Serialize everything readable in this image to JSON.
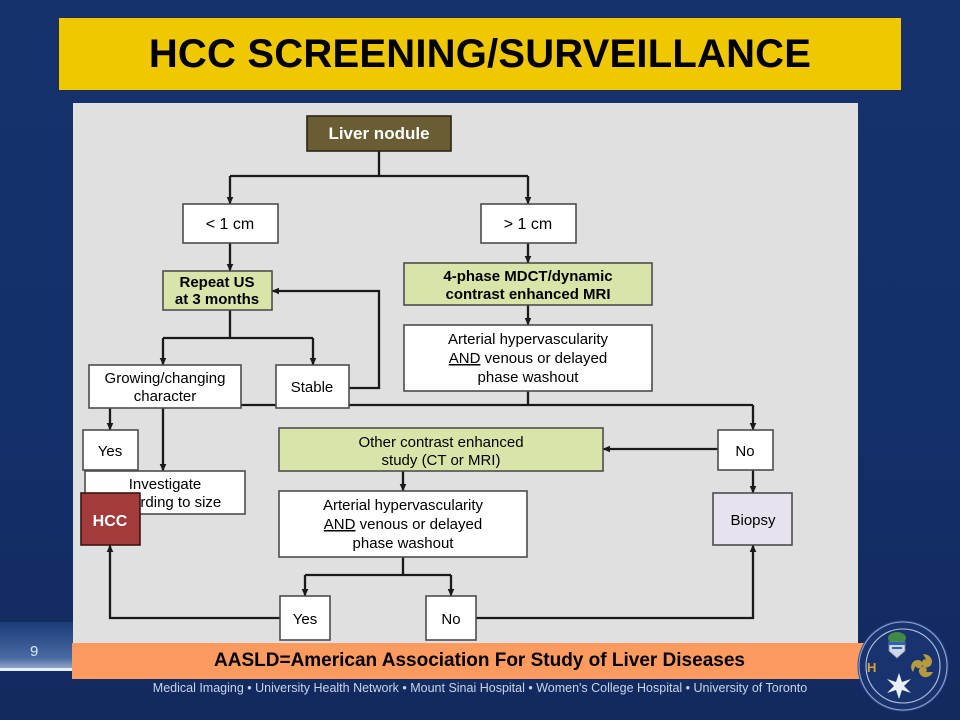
{
  "slide": {
    "number": "9",
    "title": "HCC SCREENING/SURVEILLANCE",
    "caption": "AASLD=American Association For Study of Liver Diseases",
    "affiliation": "Medical Imaging • University Health Network • Mount Sinai Hospital • Women's College Hospital • University of Toronto"
  },
  "colors": {
    "background": "#14306b",
    "title_bg": "#f0c800",
    "title_border": "#1d2f5e",
    "panel_bg": "#e0e0e0",
    "caption_bg": "#fd9a60",
    "root_box": "#6b5d33",
    "green_box": "#d9e5a8",
    "white_box": "#ffffff",
    "hcc_box": "#a33b3b",
    "biopsy_box": "#e8e2ee",
    "stroke": "#4d4d4d",
    "connector": "#1a1a1a"
  },
  "chart_data": {
    "type": "diagram",
    "title": "HCC Screening/Surveillance algorithm",
    "nodes": [
      {
        "id": "liver-nodule",
        "label": "Liver nodule",
        "style": "root"
      },
      {
        "id": "lt-1cm",
        "label": "< 1 cm",
        "style": "white"
      },
      {
        "id": "gt-1cm",
        "label": "> 1 cm",
        "style": "white"
      },
      {
        "id": "repeat-us",
        "label": "Repeat US\nat 3 months",
        "style": "green"
      },
      {
        "id": "four-phase",
        "label": "4-phase MDCT/dynamic\ncontrast enhanced MRI",
        "style": "green"
      },
      {
        "id": "growing-changing",
        "label": "Growing/changing\ncharacter",
        "style": "white"
      },
      {
        "id": "stable",
        "label": "Stable",
        "style": "white"
      },
      {
        "id": "washout-1",
        "label": "Arterial hypervascularity\nAND venous or delayed\nphase washout",
        "style": "white"
      },
      {
        "id": "investigate",
        "label": "Investigate\naccording to size",
        "style": "white"
      },
      {
        "id": "yes-1",
        "label": "Yes",
        "style": "white"
      },
      {
        "id": "no-1",
        "label": "No",
        "style": "white"
      },
      {
        "id": "other-contrast",
        "label": "Other contrast enhanced\nstudy (CT or MRI)",
        "style": "green"
      },
      {
        "id": "hcc",
        "label": "HCC",
        "style": "hcc"
      },
      {
        "id": "washout-2",
        "label": "Arterial hypervascularity\nAND venous or delayed\nphase washout",
        "style": "white"
      },
      {
        "id": "biopsy",
        "label": "Biopsy",
        "style": "biopsy"
      },
      {
        "id": "yes-2",
        "label": "Yes",
        "style": "white"
      },
      {
        "id": "no-2",
        "label": "No",
        "style": "white"
      }
    ],
    "edges": [
      {
        "from": "liver-nodule",
        "to": "lt-1cm"
      },
      {
        "from": "liver-nodule",
        "to": "gt-1cm"
      },
      {
        "from": "lt-1cm",
        "to": "repeat-us"
      },
      {
        "from": "gt-1cm",
        "to": "four-phase"
      },
      {
        "from": "repeat-us",
        "to": "growing-changing"
      },
      {
        "from": "repeat-us",
        "to": "stable"
      },
      {
        "from": "stable",
        "to": "repeat-us"
      },
      {
        "from": "growing-changing",
        "to": "investigate"
      },
      {
        "from": "four-phase",
        "to": "washout-1"
      },
      {
        "from": "washout-1",
        "to": "yes-1"
      },
      {
        "from": "washout-1",
        "to": "no-1"
      },
      {
        "from": "yes-1",
        "to": "hcc"
      },
      {
        "from": "no-1",
        "to": "other-contrast"
      },
      {
        "from": "no-1",
        "to": "biopsy"
      },
      {
        "from": "other-contrast",
        "to": "washout-2"
      },
      {
        "from": "washout-2",
        "to": "yes-2"
      },
      {
        "from": "washout-2",
        "to": "no-2"
      },
      {
        "from": "yes-2",
        "to": "hcc"
      },
      {
        "from": "no-2",
        "to": "biopsy"
      }
    ]
  },
  "labels": {
    "liver_nodule": "Liver nodule",
    "lt_1cm": "< 1 cm",
    "gt_1cm": "> 1 cm",
    "repeat_us_l1": "Repeat US",
    "repeat_us_l2": "at 3 months",
    "four_phase_l1": "4-phase MDCT/dynamic",
    "four_phase_l2": "contrast enhanced MRI",
    "growing_l1": "Growing/changing",
    "growing_l2": "character",
    "stable": "Stable",
    "washout_l1": "Arterial hypervascularity",
    "washout_l2_and": "AND",
    "washout_l2_rest": " venous or delayed",
    "washout_l3": "phase washout",
    "investigate_l1": "Investigate",
    "investigate_l2": "according to size",
    "yes": "Yes",
    "no": "No",
    "other_contrast_l1": "Other contrast enhanced",
    "other_contrast_l2": "study (CT or MRI)",
    "hcc": "HCC",
    "biopsy": "Biopsy"
  }
}
